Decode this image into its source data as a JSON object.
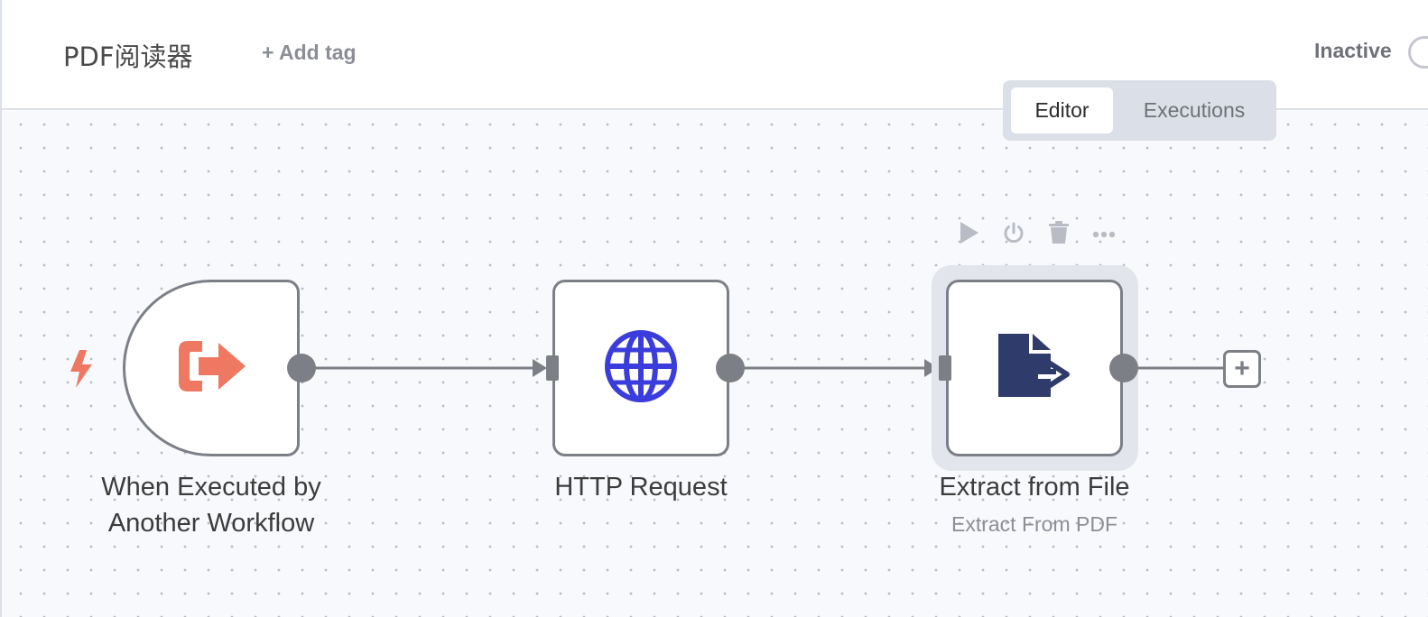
{
  "header": {
    "workflow_name": "PDF阅读器",
    "add_tag_label": "+ Add tag",
    "status_label": "Inactive"
  },
  "tabs": {
    "editor_label": "Editor",
    "executions_label": "Executions",
    "active": "Editor"
  },
  "nodes": [
    {
      "id": "trigger",
      "title_line1": "When Executed by",
      "title_line2": "Another Workflow",
      "icon": "sign-out-icon"
    },
    {
      "id": "http",
      "title": "HTTP Request",
      "icon": "globe-icon"
    },
    {
      "id": "extract",
      "title": "Extract from File",
      "subtitle": "Extract From PDF",
      "icon": "file-export-icon",
      "selected": true
    }
  ],
  "node_toolbar": {
    "actions": [
      "play-icon",
      "power-icon",
      "trash-icon",
      "more-icon"
    ]
  },
  "colors": {
    "accent_trigger": "#ef7862",
    "globe": "#3a3cdb",
    "file_icon": "#2f3b6b",
    "node_border": "#7d7f87",
    "canvas_bg": "#f8f9fc"
  }
}
